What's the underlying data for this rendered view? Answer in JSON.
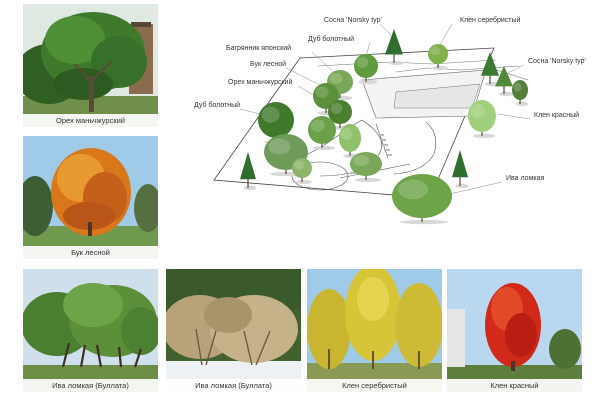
{
  "photos": [
    {
      "id": "manchurian-walnut",
      "caption": "Орех маньчжурский"
    },
    {
      "id": "european-beech",
      "caption": "Бук лесной"
    },
    {
      "id": "crack-willow-bullata-1",
      "caption": "Ива ломкая (Буллата)"
    },
    {
      "id": "crack-willow-bullata-2",
      "caption": "Ива ломкая (Буллата)"
    },
    {
      "id": "silver-maple",
      "caption": "Клен серебристый"
    },
    {
      "id": "red-maple",
      "caption": "Клен красный"
    }
  ],
  "plan_labels": [
    "Сосна 'Norsky typ'",
    "Клен серебристый",
    "Дуб болотный",
    "Багрянник японский",
    "Бук лесной",
    "Сосна 'Norsky typ'",
    "Орех маньчжурский",
    "Дуб болотный",
    "Клен красный",
    "Ива ломкая"
  ],
  "colors": {
    "leader_line": "#8a8a8a",
    "plan_outline": "#444444",
    "walnut_green": "#3f7a2c",
    "beech_orange": "#d9781a",
    "willow_green": "#5c8f3a",
    "willow_winter": "#b7a27a",
    "silver_maple_yellow": "#d8c437",
    "red_maple_red": "#d22a1a",
    "sky_blue": "#9fcbe8"
  }
}
